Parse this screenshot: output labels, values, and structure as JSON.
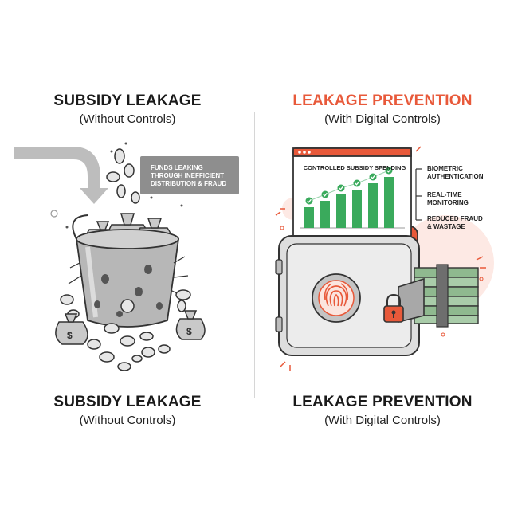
{
  "left": {
    "title_top": "SUBSIDY LEAKAGE",
    "subtitle_top": "(Without Controls)",
    "title_bottom": "SUBSIDY LEAKAGE",
    "subtitle_bottom": "(Without Controls)",
    "callout": [
      "FUNDS LEAKING",
      "THROUGH INEFFICIENT",
      "DISTRIBUTION & FRAUD"
    ]
  },
  "right": {
    "title_top": "LEAKAGE PREVENTION",
    "subtitle_top": "(With Digital Controls)",
    "title_bottom": "LEAKAGE PREVENTION",
    "subtitle_bottom": "(With Digital Controls)",
    "dashboard_title": "CONTROLLED SUBSIDY SPENDING",
    "features": [
      [
        "BIOMETRIC",
        "AUTHENTICATION"
      ],
      [
        "REAL-TIME",
        "MONITORING"
      ],
      [
        "REDUCED FRAUD",
        "& WASTAGE"
      ]
    ],
    "accent_color": "#e8593a",
    "bar_color": "#3aaa5c"
  },
  "icons": [
    "money-bag-icon",
    "coin-icon",
    "fingerprint-icon",
    "padlock-icon",
    "checkmark-icon"
  ]
}
